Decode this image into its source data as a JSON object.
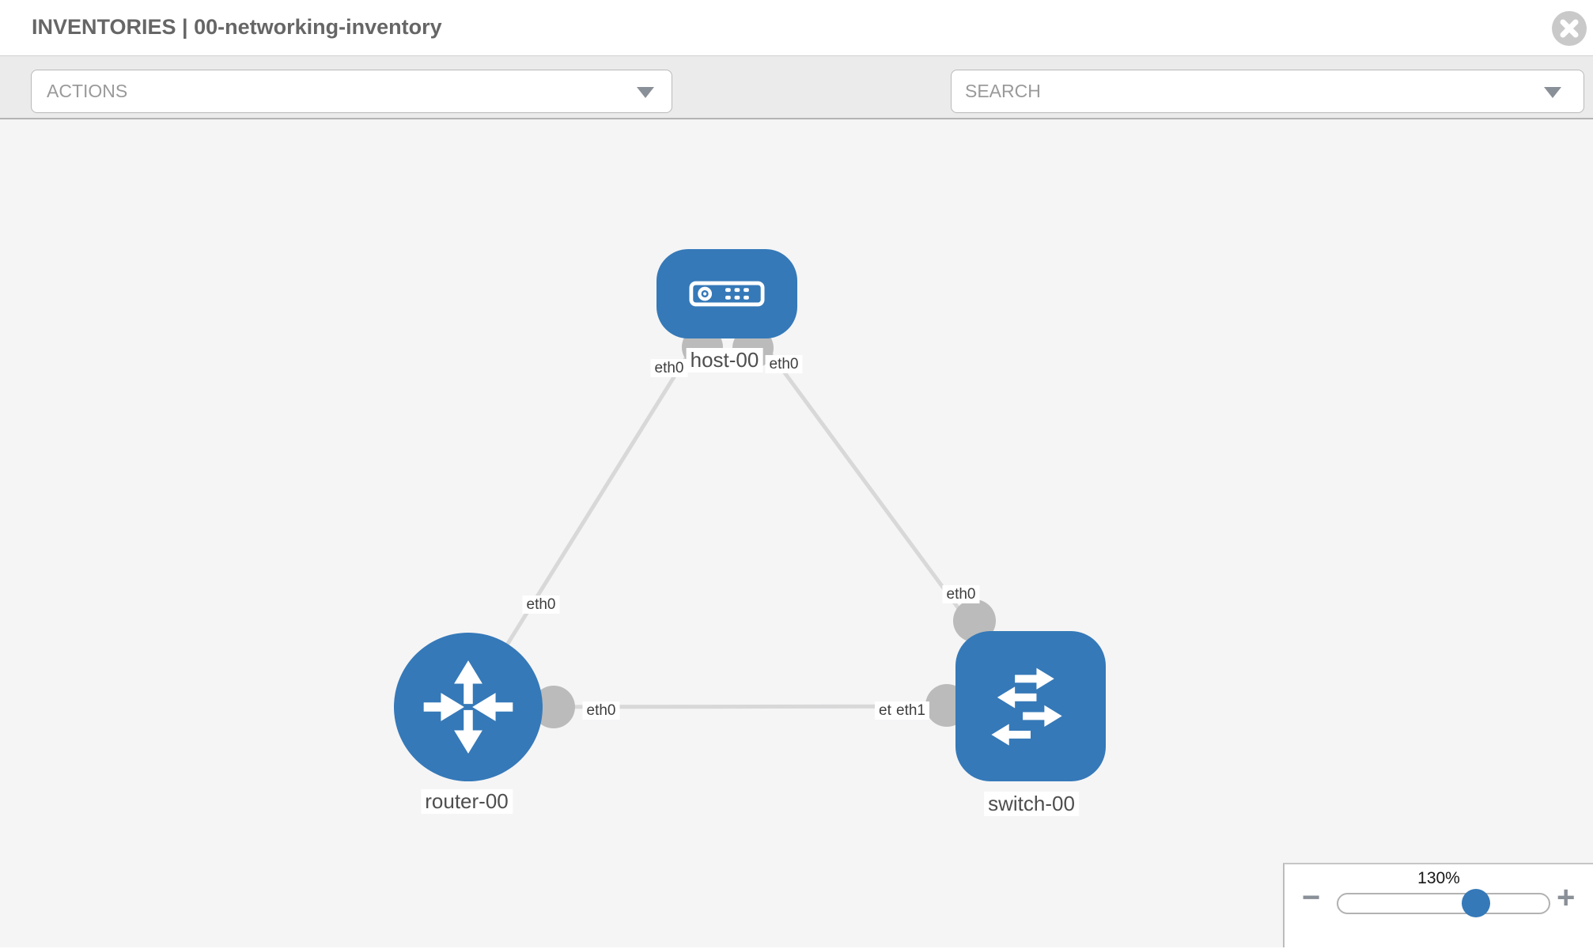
{
  "header": {
    "title": "INVENTORIES | 00-networking-inventory"
  },
  "toolbar": {
    "actions_label": "ACTIONS",
    "search_label": "SEARCH",
    "icons": [
      "wrench-icon",
      "key-icon",
      "caret-down-icon"
    ]
  },
  "topology": {
    "nodes": [
      {
        "id": "host-00",
        "type": "host",
        "label": "host-00"
      },
      {
        "id": "router-00",
        "type": "router",
        "label": "router-00"
      },
      {
        "id": "switch-00",
        "type": "switch",
        "label": "switch-00"
      }
    ],
    "links": [
      {
        "from": "host-00",
        "to": "router-00",
        "from_interface": "eth0",
        "to_interface": "eth0"
      },
      {
        "from": "host-00",
        "to": "switch-00",
        "from_interface": "eth0",
        "to_interface": "eth0"
      },
      {
        "from": "router-00",
        "to": "switch-00",
        "from_interface": "eth0",
        "to_interface": "eth1"
      }
    ],
    "interface_labels": {
      "host_left": "eth0",
      "host_right": "eth0",
      "router_link_mid": "eth0",
      "switch_link_mid": "eth0",
      "router_side": "eth0",
      "switch_side_back": "eth0",
      "switch_side_front": "eth1"
    }
  },
  "zoom_control": {
    "level": "130%",
    "minus_label": "−",
    "plus_label": "+"
  },
  "colors": {
    "node_blue": "#3579b8",
    "link_gray": "#d8d8d8",
    "connector_gray": "#bbbbbb",
    "canvas_bg": "#f5f5f6",
    "toolbar_bg": "#ebebeb",
    "icon_gray": "#8a9097"
  }
}
